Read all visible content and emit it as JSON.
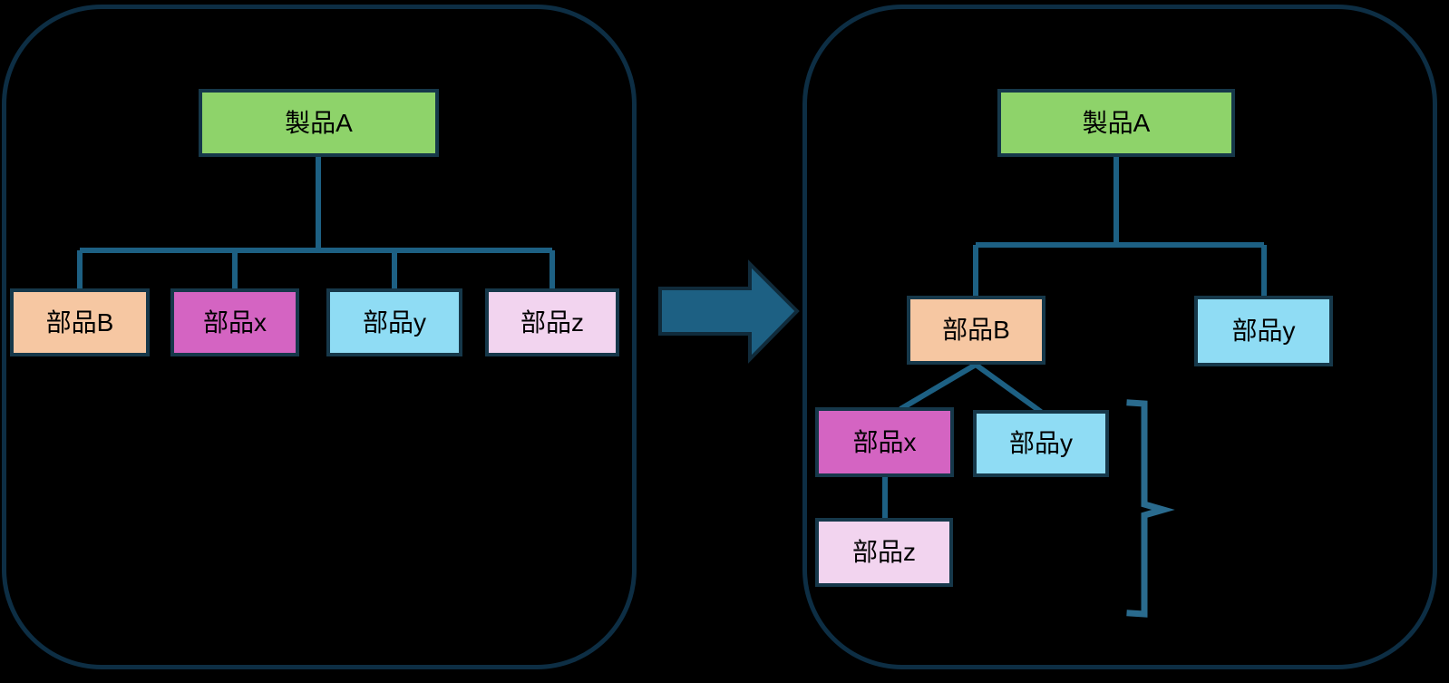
{
  "left_panel": {
    "name": "before",
    "root_label": "製品A",
    "children": [
      {
        "label": "部品B"
      },
      {
        "label": "部品x"
      },
      {
        "label": "部品y"
      },
      {
        "label": "部品z"
      }
    ]
  },
  "right_panel": {
    "name": "after",
    "root_label": "製品A",
    "level2": [
      {
        "label": "部品B"
      },
      {
        "label": "部品y"
      }
    ],
    "level3": [
      {
        "label": "部品x"
      },
      {
        "label": "部品y"
      }
    ],
    "level4": [
      {
        "label": "部品z"
      }
    ]
  },
  "icons": {
    "arrow": "right-arrow",
    "brace": "curly-brace"
  },
  "colors": {
    "background": "#000000",
    "panel_border": "#0d2e44",
    "node_border": "#16384a",
    "connector": "#1d6083",
    "arrow_fill": "#1d6083",
    "arrow_outline": "#102b3b",
    "brace": "#2a6b8e",
    "product_fill": "#8ed36a",
    "part_b_fill": "#f6c7a2",
    "part_x_fill": "#d464c2",
    "part_y_fill": "#8fdcf4",
    "part_z_fill": "#f2d4ef"
  }
}
